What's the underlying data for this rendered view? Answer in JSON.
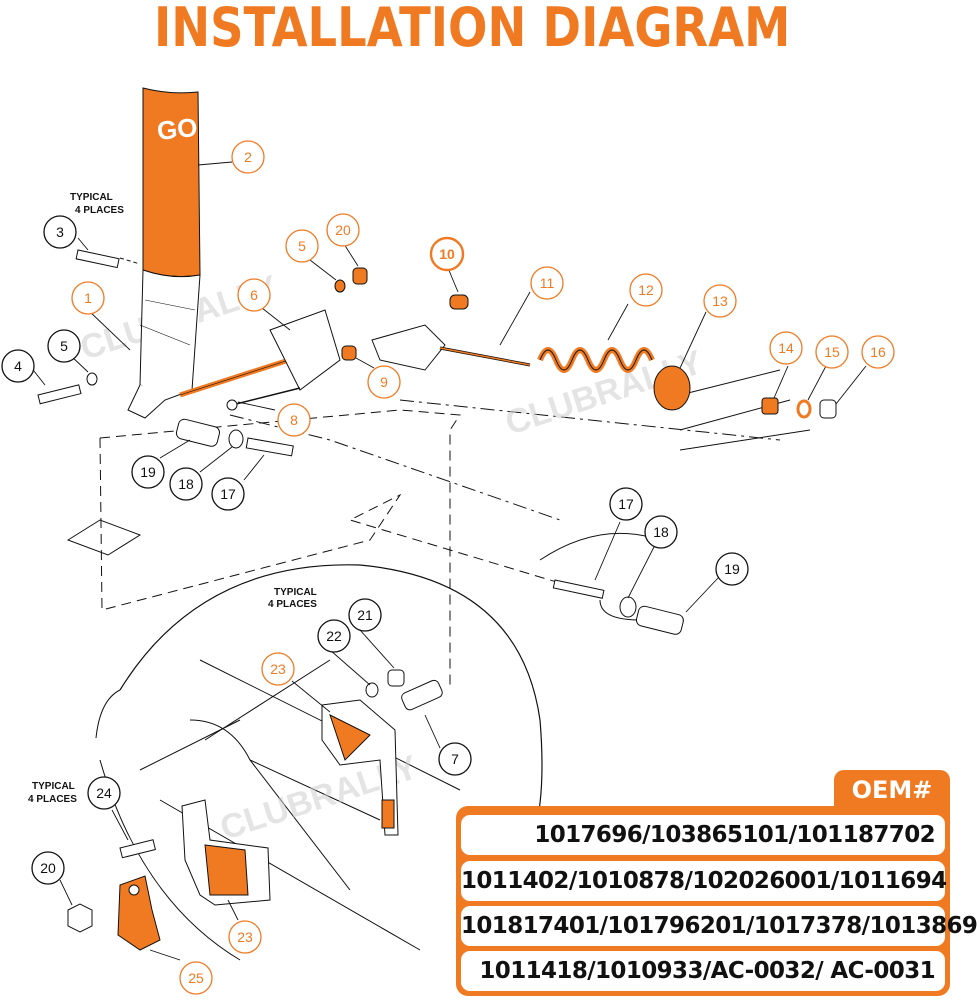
{
  "title": "INSTALLATION DIAGRAM",
  "lever_label": "GO",
  "notes": {
    "typical_top_line1": "TYPICAL",
    "typical_top_line2": "4 PLACES",
    "typical_mid_line1": "TYPICAL",
    "typical_mid_line2": "4 PLACES",
    "typical_low_line1": "TYPICAL",
    "typical_low_line2": "4 PLACES"
  },
  "watermark": "CLUBRALLY",
  "colors": {
    "accent": "#f07a22",
    "ink": "#111111"
  },
  "callouts": [
    {
      "num": "1",
      "style": "orange"
    },
    {
      "num": "2",
      "style": "orange"
    },
    {
      "num": "3",
      "style": "black"
    },
    {
      "num": "4",
      "style": "black"
    },
    {
      "num": "5",
      "style": "black"
    },
    {
      "num": "5",
      "style": "orange"
    },
    {
      "num": "6",
      "style": "orange"
    },
    {
      "num": "20",
      "style": "orange"
    },
    {
      "num": "10",
      "style": "orange-bold"
    },
    {
      "num": "11",
      "style": "orange"
    },
    {
      "num": "12",
      "style": "orange"
    },
    {
      "num": "13",
      "style": "orange"
    },
    {
      "num": "14",
      "style": "orange"
    },
    {
      "num": "15",
      "style": "orange"
    },
    {
      "num": "16",
      "style": "orange"
    },
    {
      "num": "9",
      "style": "orange"
    },
    {
      "num": "8",
      "style": "orange"
    },
    {
      "num": "19",
      "style": "black"
    },
    {
      "num": "18",
      "style": "black"
    },
    {
      "num": "17",
      "style": "black"
    },
    {
      "num": "17",
      "style": "black"
    },
    {
      "num": "18",
      "style": "black"
    },
    {
      "num": "19",
      "style": "black"
    },
    {
      "num": "21",
      "style": "black"
    },
    {
      "num": "22",
      "style": "black"
    },
    {
      "num": "23",
      "style": "orange"
    },
    {
      "num": "7",
      "style": "black"
    },
    {
      "num": "24",
      "style": "black"
    },
    {
      "num": "20",
      "style": "black"
    },
    {
      "num": "23",
      "style": "orange"
    },
    {
      "num": "25",
      "style": "orange"
    }
  ],
  "oem": {
    "label": "OEM#",
    "rows": [
      "1017696/103865101/101187702",
      "1011402/1010878/102026001/1011694",
      "101817401/101796201/1017378/1013869",
      "1011418/1010933/AC-0032/ AC-0031"
    ]
  }
}
